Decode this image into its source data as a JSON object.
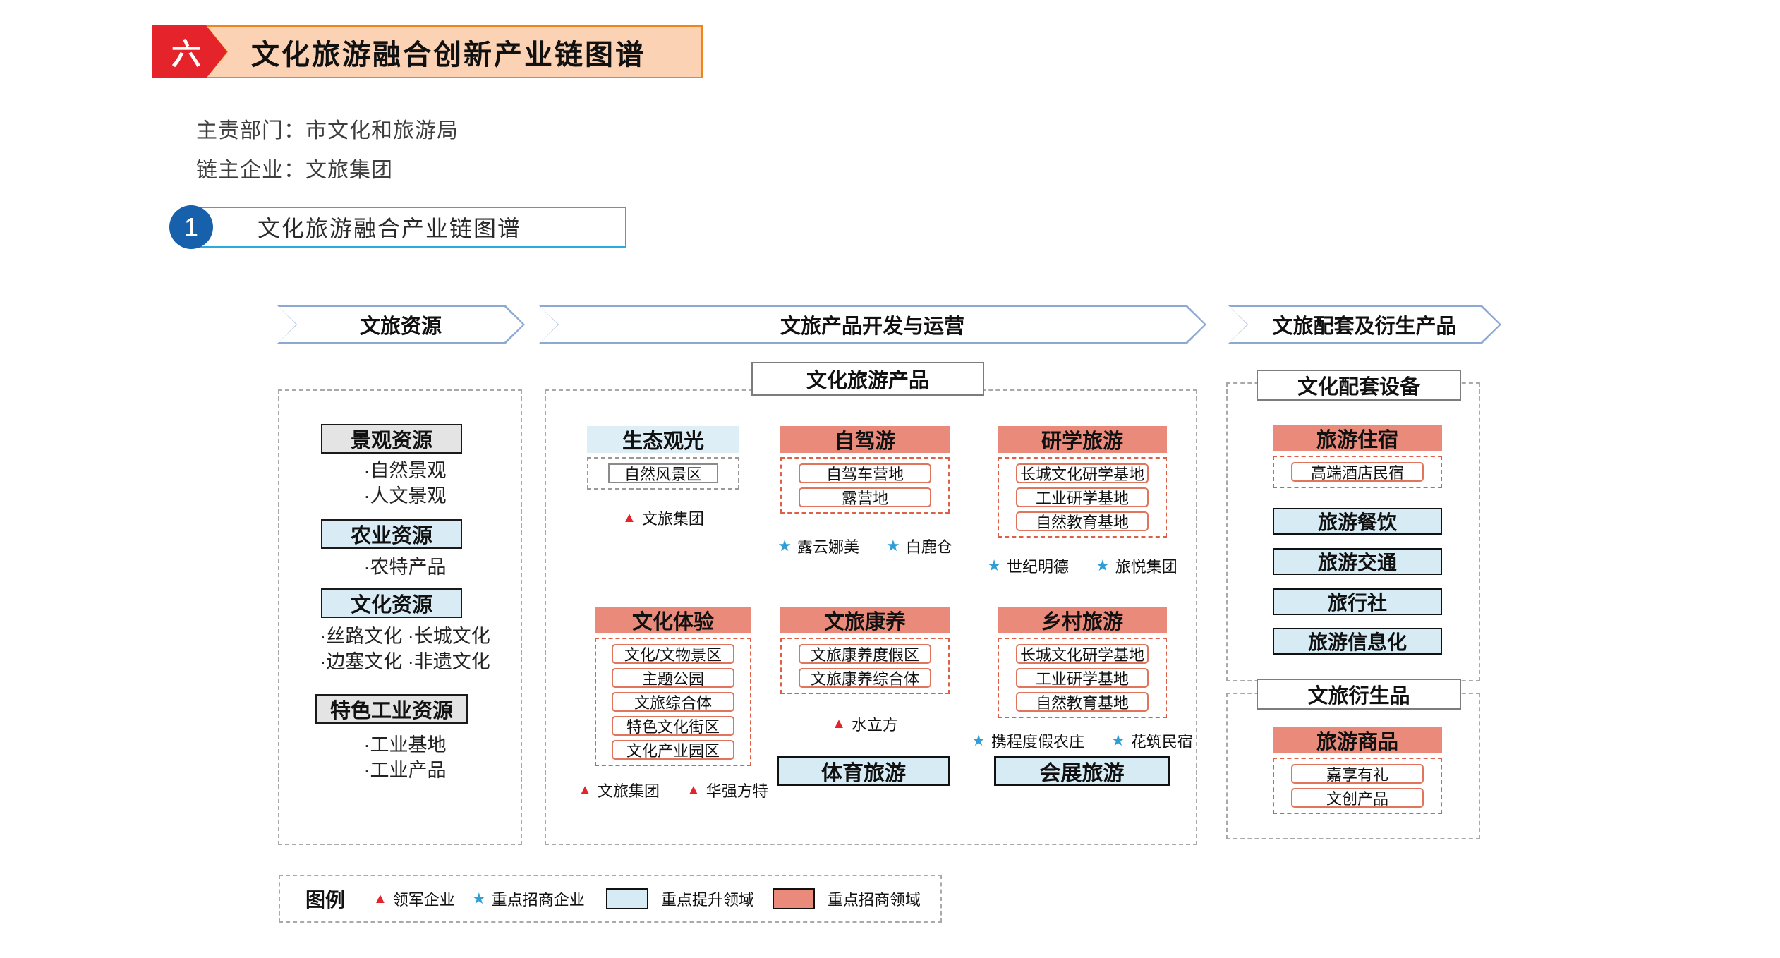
{
  "header": {
    "badge": "六",
    "title": "文化旅游融合创新产业链图谱",
    "dept_line": "主责部门：市文化和旅游局",
    "chain_line": "链主企业：文旅集团",
    "section_num": "1",
    "section_label": "文化旅游融合产业链图谱"
  },
  "stages": [
    "文旅资源",
    "文旅产品开发与运营",
    "文旅配套及衍生产品"
  ],
  "resources": {
    "groups": [
      {
        "title": "景观资源",
        "style": "gray",
        "bullets": [
          "·自然景观",
          "·人文景观"
        ]
      },
      {
        "title": "农业资源",
        "style": "blue",
        "bullets": [
          "·农特产品"
        ]
      },
      {
        "title": "文化资源",
        "style": "blue",
        "bullets": [
          "·丝路文化 ·长城文化",
          "·边塞文化 ·非遗文化"
        ]
      },
      {
        "title": "特色工业资源",
        "style": "gray",
        "bullets": [
          "·工业基地",
          "·工业产品"
        ]
      }
    ]
  },
  "products": {
    "label": "文化旅游产品",
    "groups": [
      {
        "title": "生态观光",
        "items": [
          "自然风景区"
        ],
        "marks": [
          {
            "type": "triangle",
            "text": "文旅集团"
          }
        ]
      },
      {
        "title": "自驾游",
        "items": [
          "自驾车营地",
          "露营地"
        ],
        "marks": [
          {
            "type": "star",
            "text": "露云娜美"
          },
          {
            "type": "star",
            "text": "白鹿仓"
          }
        ]
      },
      {
        "title": "研学旅游",
        "items": [
          "长城文化研学基地",
          "工业研学基地",
          "自然教育基地"
        ],
        "marks": [
          {
            "type": "star",
            "text": "世纪明德"
          },
          {
            "type": "star",
            "text": "旅悦集团"
          }
        ]
      },
      {
        "title": "文化体验",
        "items": [
          "文化/文物景区",
          "主题公园",
          "文旅综合体",
          "特色文化街区",
          "文化产业园区"
        ],
        "marks": [
          {
            "type": "triangle",
            "text": "文旅集团"
          },
          {
            "type": "triangle",
            "text": "华强方特"
          }
        ]
      },
      {
        "title": "文旅康养",
        "items": [
          "文旅康养度假区",
          "文旅康养综合体"
        ],
        "marks": [
          {
            "type": "triangle",
            "text": "水立方"
          }
        ]
      },
      {
        "title": "乡村旅游",
        "items": [
          "长城文化研学基地",
          "工业研学基地",
          "自然教育基地"
        ],
        "marks": [
          {
            "type": "star",
            "text": "携程度假农庄"
          },
          {
            "type": "star",
            "text": "花筑民宿"
          }
        ]
      }
    ],
    "plain_boxes": [
      "体育旅游",
      "会展旅游"
    ]
  },
  "support": {
    "label": "文化配套设备",
    "group": {
      "title": "旅游住宿",
      "items": [
        "高端酒店民宿"
      ]
    },
    "boxes": [
      "旅游餐饮",
      "旅游交通",
      "旅行社",
      "旅游信息化"
    ]
  },
  "derivative": {
    "label": "文旅衍生品",
    "group": {
      "title": "旅游商品",
      "items": [
        "嘉享有礼",
        "文创产品"
      ]
    }
  },
  "legend": {
    "label": "图例",
    "items": [
      {
        "type": "triangle",
        "text": "领军企业"
      },
      {
        "type": "star",
        "text": "重点招商企业"
      },
      {
        "type": "blue_swatch",
        "text": "重点提升领域"
      },
      {
        "type": "salmon_swatch",
        "text": "重点招商领域"
      }
    ]
  },
  "colors": {
    "badge_red": "#e4232b",
    "banner_fill": "#fbd2b4",
    "banner_border": "#f08519",
    "section_circle_blue": "#1760ab",
    "section_box_border": "#29abe2",
    "arrow_border": "#8ca9d4",
    "salmon": "#e98a7a",
    "salmon_dash": "#dd5f45",
    "light_blue": "#d9ecf5",
    "box_blue": "#d6ebf3",
    "triangle_red": "#e4232b",
    "star_blue": "#2f9ed7"
  }
}
